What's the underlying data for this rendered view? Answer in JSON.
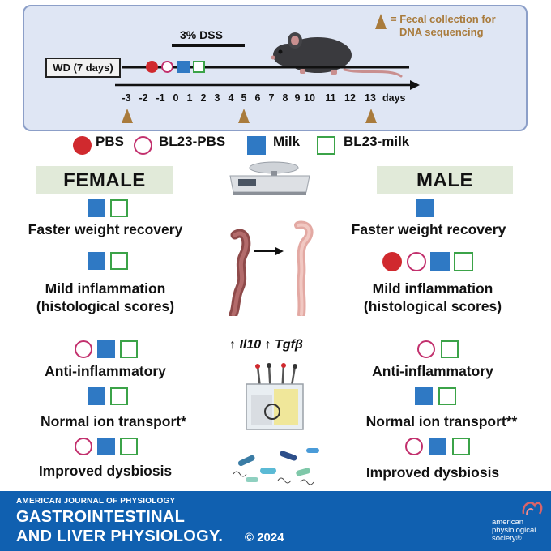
{
  "timeline": {
    "wd_label": "WD (7 days)",
    "dss_label": "3% DSS",
    "fecal_label_line1": "= Fecal collection for",
    "fecal_label_line2": "DNA sequencing",
    "days": [
      "-3",
      "-2",
      "-1",
      "0",
      "1",
      "2",
      "3",
      "4",
      "5",
      "6",
      "7",
      "8",
      "9",
      "10",
      "11",
      "12",
      "13"
    ],
    "days_unit": "days",
    "collection_days": [
      "-3",
      "5",
      "13"
    ]
  },
  "legend": [
    {
      "symbol": "pbs",
      "label": "PBS"
    },
    {
      "symbol": "bl23-pbs",
      "label": "BL23-PBS"
    },
    {
      "symbol": "milk",
      "label": "Milk"
    },
    {
      "symbol": "bl23-milk",
      "label": "BL23-milk"
    }
  ],
  "female": {
    "title": "FEMALE",
    "findings": [
      {
        "symbols": [
          "milk",
          "bl23-milk"
        ],
        "text": "Faster weight recovery"
      },
      {
        "symbols": [
          "milk",
          "bl23-milk"
        ],
        "text_line1": "Mild inflammation",
        "text_line2": "(histological scores)"
      },
      {
        "symbols": [
          "bl23-pbs",
          "milk",
          "bl23-milk"
        ],
        "text": "Anti-inflammatory"
      },
      {
        "symbols": [
          "milk",
          "bl23-milk"
        ],
        "text": "Normal ion transport*"
      },
      {
        "symbols": [
          "bl23-pbs",
          "milk",
          "bl23-milk"
        ],
        "text": "Improved dysbiosis"
      }
    ]
  },
  "male": {
    "title": "MALE",
    "findings": [
      {
        "symbols": [
          "milk"
        ],
        "text": "Faster weight recovery"
      },
      {
        "symbols": [
          "pbs",
          "bl23-pbs",
          "milk",
          "bl23-milk"
        ],
        "text_line1": "Mild inflammation",
        "text_line2": "(histological scores)"
      },
      {
        "symbols": [
          "bl23-pbs",
          "bl23-milk"
        ],
        "text": "Anti-inflammatory"
      },
      {
        "symbols": [
          "milk",
          "bl23-milk"
        ],
        "text": "Normal ion transport**"
      },
      {
        "symbols": [
          "bl23-pbs",
          "milk",
          "bl23-milk"
        ],
        "text": "Improved dysbiosis"
      }
    ]
  },
  "center": {
    "gene_arrow1": "↑",
    "gene1": "Il10",
    "gene_arrow2": "↑",
    "gene2": "Tgfβ"
  },
  "footer": {
    "journal_small": "AMERICAN JOURNAL OF PHYSIOLOGY",
    "journal_line1": "GASTROINTESTINAL",
    "journal_line2": "AND LIVER PHYSIOLOGY.",
    "copyright": "© 2024",
    "society_line1": "american",
    "society_line2": "physiological",
    "society_line3": "society®"
  },
  "colors": {
    "pbs": "#d0292e",
    "bl23_pbs": "#c2306d",
    "milk": "#2f79c4",
    "bl23_milk": "#3ba348",
    "footer": "#1060b0",
    "sex_box": "#e1ead9",
    "fecal_marker": "#a97b3c"
  },
  "icons": [
    "mouse-icon",
    "fecal-triangle-icon",
    "scale-icon",
    "colon-icon",
    "ussing-chamber-icon",
    "bacteria-icon",
    "society-logo-icon"
  ]
}
